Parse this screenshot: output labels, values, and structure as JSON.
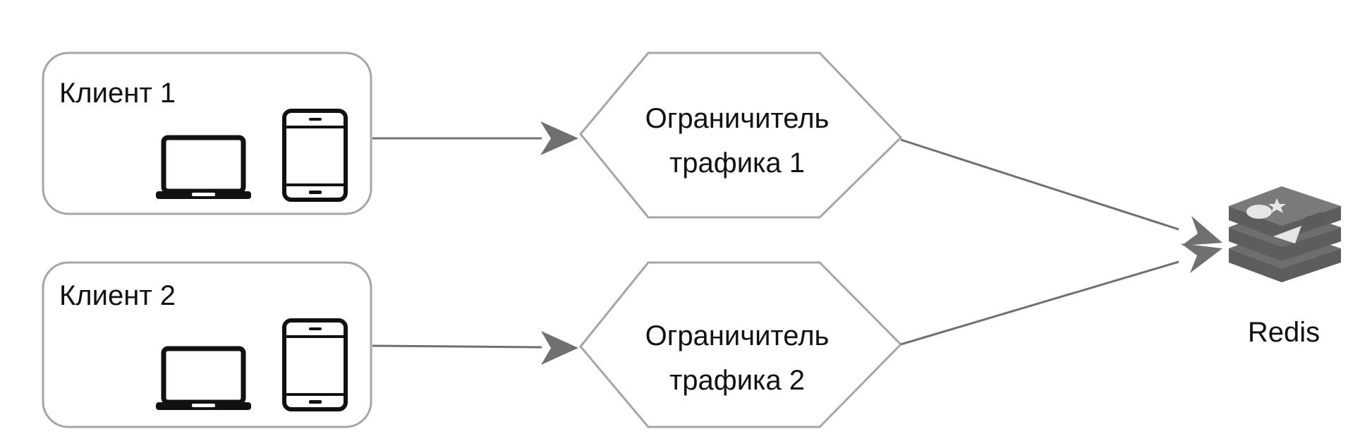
{
  "clients": [
    {
      "label": "Клиент 1"
    },
    {
      "label": "Клиент 2"
    }
  ],
  "limiters": [
    {
      "line1": "Ограничитель",
      "line2": "трафика 1"
    },
    {
      "line1": "Ограничитель",
      "line2": "трафика 2"
    }
  ],
  "redis": {
    "label": "Redis",
    "icon": "redis-stack-icon"
  },
  "icons": {
    "laptop": "laptop-icon",
    "phone": "smartphone-icon"
  },
  "colors": {
    "box_stroke": "#a6a6a6",
    "arrow": "#707070",
    "device": "#111111",
    "redis_icon": "#6e6e6e",
    "redis_icon_shape": "#e6e6e6"
  }
}
